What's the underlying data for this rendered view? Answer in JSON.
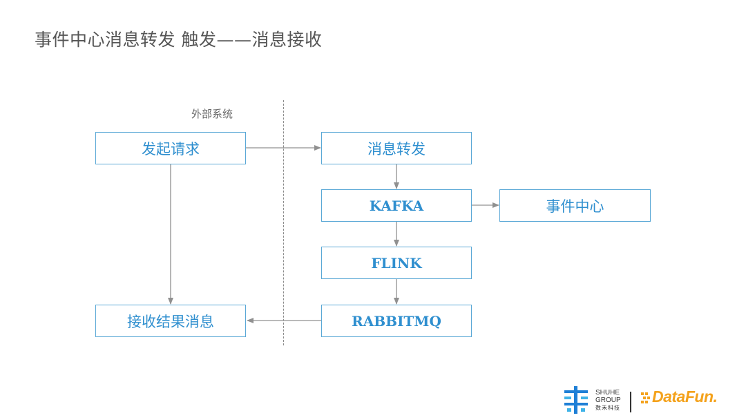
{
  "title": "事件中心消息转发 触发——消息接收",
  "section_label": "外部系统",
  "nodes": {
    "send_request": "发起请求",
    "receive_result": "接收结果消息",
    "message_forward": "消息转发",
    "kafka": "KAFKA",
    "event_center": "事件中心",
    "flink": "FLINK",
    "rabbitmq": "RABBITMQ"
  },
  "footer": {
    "shuhe_line1": "SHUHE",
    "shuhe_line2": "GROUP",
    "shuhe_cn": "数禾科技",
    "datafun": "DataFun."
  },
  "colors": {
    "node_border": "#5aa8d6",
    "node_text": "#2f8fcf",
    "arrow": "#909090",
    "datafun": "#f4a21c",
    "shuhe": "#1e7fd6"
  }
}
